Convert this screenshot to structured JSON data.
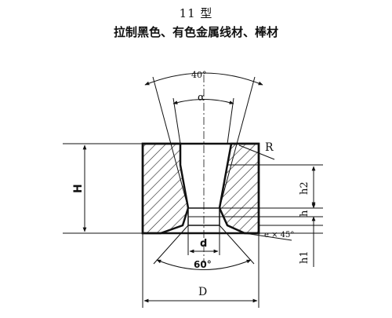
{
  "title": "11 型",
  "subtitle": "拉制黑色、有色金属线材、棒材",
  "labels": {
    "entry_angle": "40°",
    "alpha": "α",
    "radius": "R",
    "height": "H",
    "h2": "h2",
    "h": "h",
    "h1": "h1",
    "chamfer": "e × 45°",
    "bore": "d",
    "exit_angle": "60°",
    "outer_diameter": "D"
  }
}
